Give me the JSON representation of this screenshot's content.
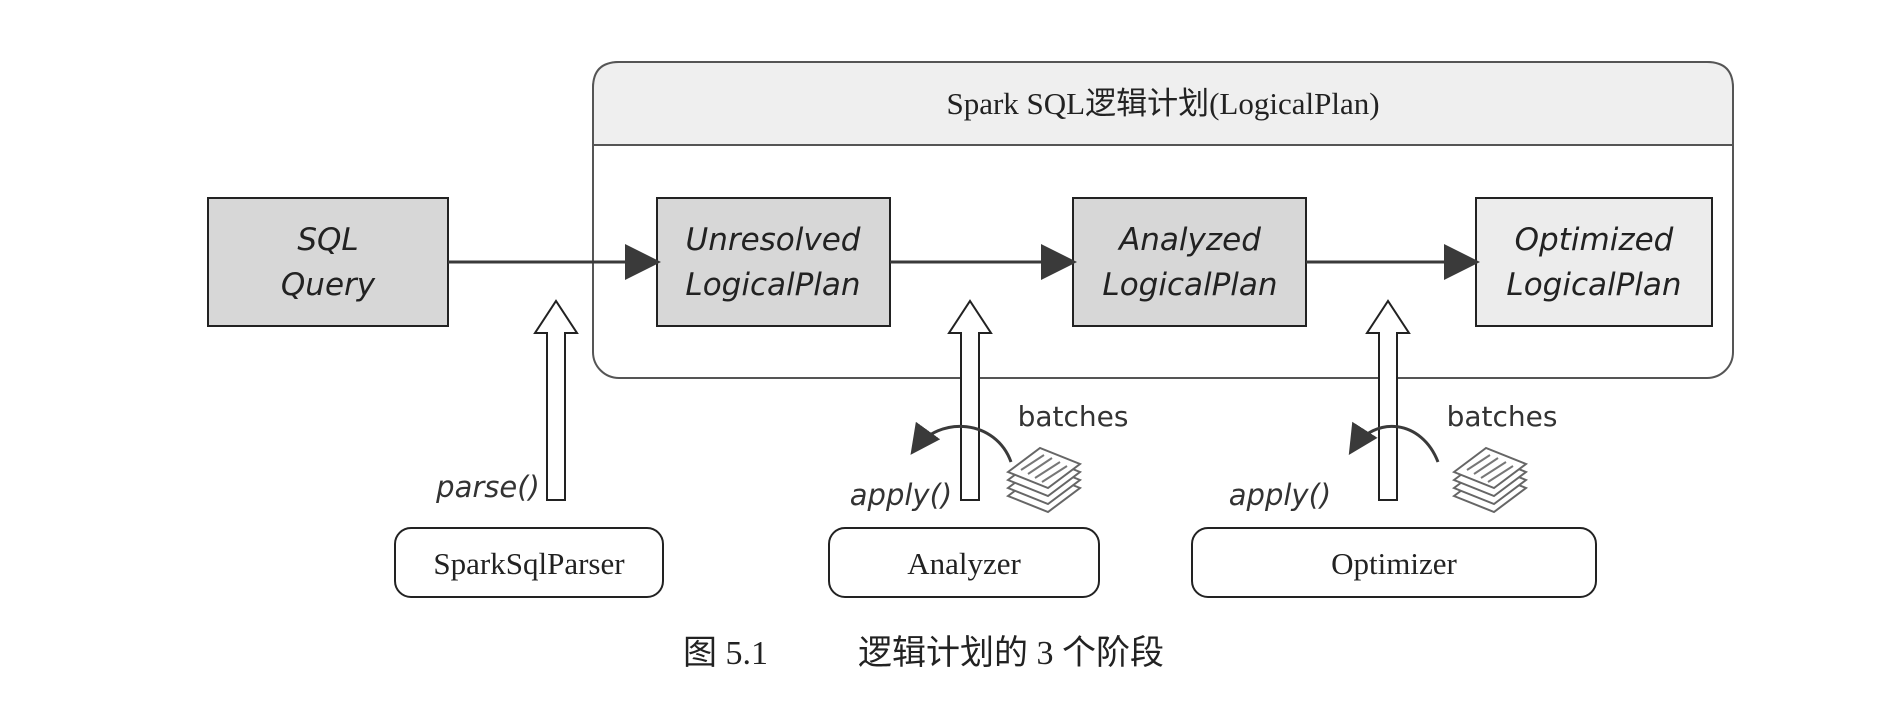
{
  "container": {
    "title": "Spark SQL逻辑计划(LogicalPlan)"
  },
  "nodes": {
    "sql_query": [
      "SQL",
      "Query"
    ],
    "unresolved": [
      "Unresolved",
      "LogicalPlan"
    ],
    "analyzed": [
      "Analyzed",
      "LogicalPlan"
    ],
    "optimized": [
      "Optimized",
      "LogicalPlan"
    ]
  },
  "components": {
    "parser": "SparkSqlParser",
    "analyzer": "Analyzer",
    "optimizer": "Optimizer"
  },
  "labels": {
    "parse": "parse()",
    "analyzer_apply": "apply()",
    "optimizer_apply": "apply()",
    "analyzer_batches": "batches",
    "optimizer_batches": "batches"
  },
  "caption": {
    "figure_number": "图 5.1",
    "text": "逻辑计划的 3 个阶段"
  },
  "colors": {
    "stage_fill": "#d7d7d7",
    "optimized_fill": "#ececec",
    "container_header_fill": "#efefef",
    "stroke": "#3a3a3a"
  }
}
